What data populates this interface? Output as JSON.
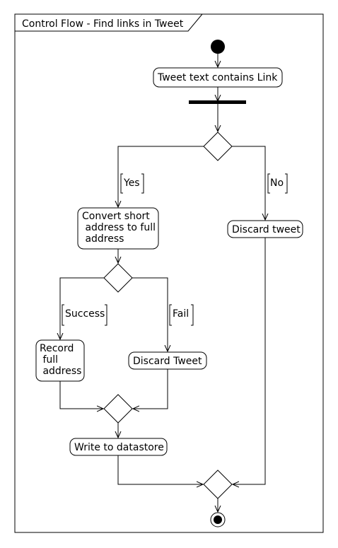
{
  "frame": {
    "title": "Control Flow - Find links in Tweet"
  },
  "nodes": {
    "tweet_contains_link": "Tweet text contains Link",
    "convert_short_address": [
      "Convert short",
      " address to full",
      " address"
    ],
    "discard_tweet_no": "Discard tweet",
    "record_full_address": [
      "Record",
      " full",
      " address"
    ],
    "discard_tweet_fail": "Discard Tweet",
    "write_datastore": "Write to datastore"
  },
  "guards": {
    "yes": "Yes",
    "no": "No",
    "success": "Success",
    "fail": "Fail"
  }
}
